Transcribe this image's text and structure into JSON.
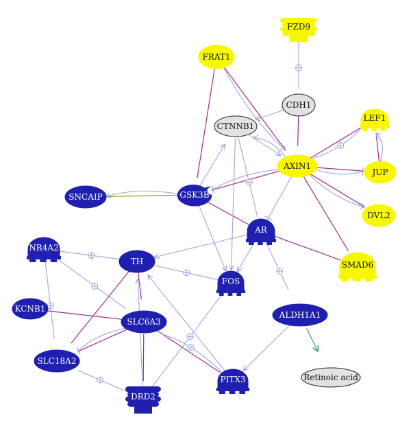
{
  "colors": {
    "blue": "#1f1fb0",
    "yellow": "#f7f700",
    "gray": "#e4e0e6",
    "edge_lavender": "#9fa3d8",
    "edge_magenta": "#a0298a",
    "edge_olive": "#a89a2a",
    "edge_teal": "#2f8f86"
  },
  "nodes": [
    {
      "id": "FZD9",
      "label": "FZD9",
      "shape": "receptor-stack",
      "color": "yellow"
    },
    {
      "id": "FRAT1",
      "label": "FRAT1",
      "shape": "ellipse",
      "color": "yellow"
    },
    {
      "id": "CDH1",
      "label": "CDH1",
      "shape": "ellipse",
      "color": "gray"
    },
    {
      "id": "CTNNB1",
      "label": "CTNNB1",
      "shape": "ellipse",
      "color": "gray"
    },
    {
      "id": "LEF1",
      "label": "LEF1",
      "shape": "tf",
      "color": "yellow"
    },
    {
      "id": "AXIN1",
      "label": "AXIN1",
      "shape": "ellipse",
      "color": "yellow"
    },
    {
      "id": "JUP",
      "label": "JUP",
      "shape": "ellipse",
      "color": "yellow"
    },
    {
      "id": "DVL2",
      "label": "DVL2",
      "shape": "ellipse",
      "color": "yellow"
    },
    {
      "id": "SNCAIP",
      "label": "SNCAIP",
      "shape": "ellipse",
      "color": "blue"
    },
    {
      "id": "GSK3B",
      "label": "GSK3B",
      "shape": "kinase",
      "color": "blue"
    },
    {
      "id": "AR",
      "label": "AR",
      "shape": "tf",
      "color": "blue"
    },
    {
      "id": "NR4A2",
      "label": "NR4A2",
      "shape": "tf",
      "color": "blue"
    },
    {
      "id": "TH",
      "label": "TH",
      "shape": "ellipse",
      "color": "blue"
    },
    {
      "id": "FOS",
      "label": "FOS",
      "shape": "tf",
      "color": "blue"
    },
    {
      "id": "SMAD6",
      "label": "SMAD6",
      "shape": "tf",
      "color": "yellow"
    },
    {
      "id": "KCNB1",
      "label": "KCNB1",
      "shape": "ellipse",
      "color": "blue"
    },
    {
      "id": "SLC6A3",
      "label": "SLC6A3",
      "shape": "ellipse",
      "color": "blue"
    },
    {
      "id": "ALDH1A1",
      "label": "ALDH1A1",
      "shape": "ellipse",
      "color": "blue"
    },
    {
      "id": "SLC18A2",
      "label": "SLC18A2",
      "shape": "ellipse",
      "color": "blue"
    },
    {
      "id": "PITX3",
      "label": "PITX3",
      "shape": "tf",
      "color": "blue"
    },
    {
      "id": "DRD2",
      "label": "DRD2",
      "shape": "receptor-stack",
      "color": "blue"
    },
    {
      "id": "RETINOIC",
      "label": "Retinoic acid",
      "shape": "ellipse",
      "color": "gray"
    }
  ],
  "edges": [
    {
      "from": "FZD9",
      "to": "CDH1",
      "kind": "regulation"
    },
    {
      "from": "CDH1",
      "to": "CTNNB1",
      "kind": "arrow"
    },
    {
      "from": "FRAT1",
      "to": "AXIN1",
      "kind": "binding"
    },
    {
      "from": "FRAT1",
      "to": "GSK3B",
      "kind": "binding"
    },
    {
      "from": "FRAT1",
      "to": "AXIN1",
      "kind": "arrow"
    },
    {
      "from": "CDH1",
      "to": "AXIN1",
      "kind": "binding"
    },
    {
      "from": "CTNNB1",
      "to": "AXIN1",
      "kind": "arrow"
    },
    {
      "from": "AXIN1",
      "to": "CTNNB1",
      "kind": "arrow"
    },
    {
      "from": "AXIN1",
      "to": "LEF1",
      "kind": "binding"
    },
    {
      "from": "AXIN1",
      "to": "LEF1",
      "kind": "regulation"
    },
    {
      "from": "AXIN1",
      "to": "JUP",
      "kind": "binding"
    },
    {
      "from": "AXIN1",
      "to": "JUP",
      "kind": "inhibit"
    },
    {
      "from": "JUP",
      "to": "LEF1",
      "kind": "binding"
    },
    {
      "from": "JUP",
      "to": "LEF1",
      "kind": "arrow"
    },
    {
      "from": "AXIN1",
      "to": "DVL2",
      "kind": "binding"
    },
    {
      "from": "AXIN1",
      "to": "DVL2",
      "kind": "arrow"
    },
    {
      "from": "AXIN1",
      "to": "SMAD6",
      "kind": "binding"
    },
    {
      "from": "AXIN1",
      "to": "AR",
      "kind": "inhibit"
    },
    {
      "from": "AXIN1",
      "to": "GSK3B",
      "kind": "binding"
    },
    {
      "from": "AXIN1",
      "to": "GSK3B",
      "kind": "inhibit"
    },
    {
      "from": "GSK3B",
      "to": "CTNNB1",
      "kind": "arrow"
    },
    {
      "from": "GSK3B",
      "to": "SNCAIP",
      "kind": "olive"
    },
    {
      "from": "GSK3B",
      "to": "SNCAIP",
      "kind": "arrow"
    },
    {
      "from": "GSK3B",
      "to": "AR",
      "kind": "binding"
    },
    {
      "from": "GSK3B",
      "to": "FOS",
      "kind": "arrow"
    },
    {
      "from": "CTNNB1",
      "to": "AR",
      "kind": "regulation"
    },
    {
      "from": "CTNNB1",
      "to": "FOS",
      "kind": "arrow"
    },
    {
      "from": "AR",
      "to": "SMAD6",
      "kind": "binding"
    },
    {
      "from": "AR",
      "to": "TH",
      "kind": "arrow"
    },
    {
      "from": "AR",
      "to": "FOS",
      "kind": "arrow"
    },
    {
      "from": "AR",
      "to": "ALDH1A1",
      "kind": "regulation"
    },
    {
      "from": "NR4A2",
      "to": "TH",
      "kind": "regulation"
    },
    {
      "from": "NR4A2",
      "to": "SLC6A3",
      "kind": "regulation"
    },
    {
      "from": "NR4A2",
      "to": "SLC18A2",
      "kind": "regulation"
    },
    {
      "from": "TH",
      "to": "FOS",
      "kind": "regulation"
    },
    {
      "from": "TH",
      "to": "SLC6A3",
      "kind": "binding"
    },
    {
      "from": "TH",
      "to": "SLC18A2",
      "kind": "binding"
    },
    {
      "from": "KCNB1",
      "to": "SLC6A3",
      "kind": "binding"
    },
    {
      "from": "SLC6A3",
      "to": "SLC18A2",
      "kind": "binding"
    },
    {
      "from": "SLC6A3",
      "to": "SLC18A2",
      "kind": "inhibit"
    },
    {
      "from": "SLC6A3",
      "to": "PITX3",
      "kind": "binding"
    },
    {
      "from": "SLC6A3",
      "to": "DRD2",
      "kind": "binding"
    },
    {
      "from": "PITX3",
      "to": "TH",
      "kind": "arrow"
    },
    {
      "from": "DRD2",
      "to": "FOS",
      "kind": "regulation"
    },
    {
      "from": "DRD2",
      "to": "TH",
      "kind": "arrow"
    },
    {
      "from": "DRD2",
      "to": "SLC18A2",
      "kind": "regulation"
    },
    {
      "from": "PITX3",
      "to": "SLC6A3",
      "kind": "regulation"
    },
    {
      "from": "ALDH1A1",
      "to": "PITX3",
      "kind": "arrow"
    },
    {
      "from": "ALDH1A1",
      "to": "RETINOIC",
      "kind": "teal"
    }
  ]
}
